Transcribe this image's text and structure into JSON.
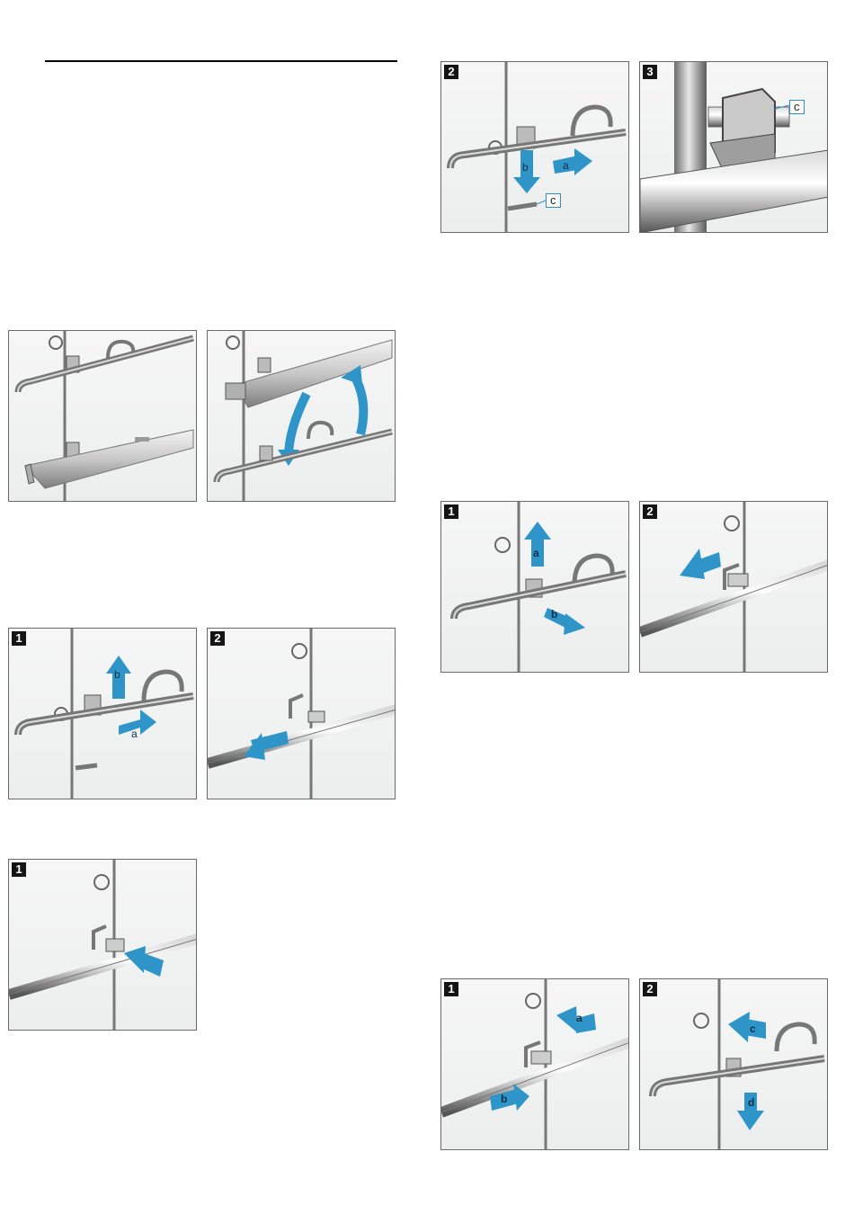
{
  "panels": {
    "top_right_2": {
      "step": "2",
      "labels": [
        "b",
        "a"
      ],
      "callout": "c"
    },
    "top_right_3": {
      "step": "3",
      "callout": "c"
    },
    "mid_right_1": {
      "step": "1",
      "labels": [
        "a",
        "b"
      ]
    },
    "mid_right_2": {
      "step": "2"
    },
    "bot_right_1": {
      "step": "1",
      "labels": [
        "a",
        "b"
      ]
    },
    "bot_right_2": {
      "step": "2",
      "labels": [
        "c",
        "d"
      ]
    },
    "left_pair_b": {
      "step": "1",
      "labels": [
        "b",
        "a"
      ]
    },
    "left_pair_b2": {
      "step": "2"
    },
    "left_single": {
      "step": "1"
    }
  },
  "colors": {
    "arrow": "#2f95c9",
    "frame": "#6a6a6a",
    "rod": "#8e8e8e"
  }
}
